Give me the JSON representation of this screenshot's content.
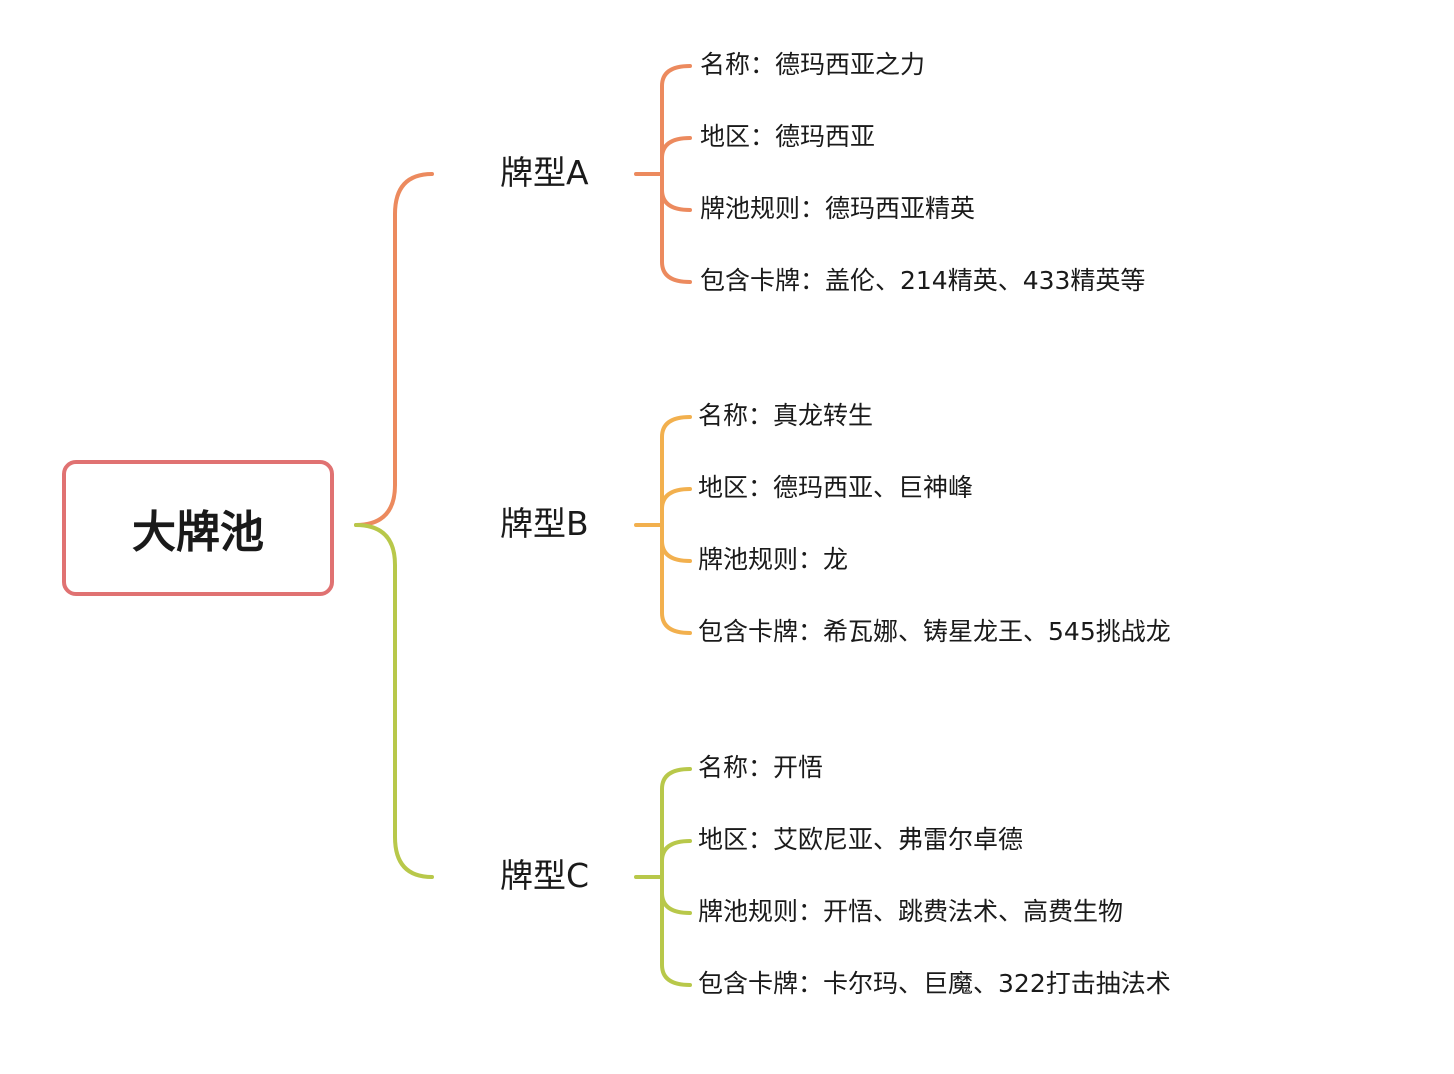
{
  "root": {
    "label": "大牌池",
    "color": "#E07272"
  },
  "branches": [
    {
      "label": "牌型A",
      "color": "#EC8A5E",
      "leaves": [
        "名称：德玛西亚之力",
        "地区：德玛西亚",
        "牌池规则：德玛西亚精英",
        "包含卡牌：盖伦、214精英、433精英等"
      ]
    },
    {
      "label": "牌型B",
      "color": "#F2B04E",
      "leaves": [
        "名称：真龙转生",
        "地区：德玛西亚、巨神峰",
        "牌池规则：龙",
        "包含卡牌：希瓦娜、铸星龙王、545挑战龙"
      ]
    },
    {
      "label": "牌型C",
      "color": "#B8C84A",
      "leaves": [
        "名称：开悟",
        "地区：艾欧尼亚、弗雷尔卓德",
        "牌池规则：开悟、跳费法术、高费生物",
        "包含卡牌：卡尔玛、巨魔、322打击抽法术"
      ]
    }
  ]
}
